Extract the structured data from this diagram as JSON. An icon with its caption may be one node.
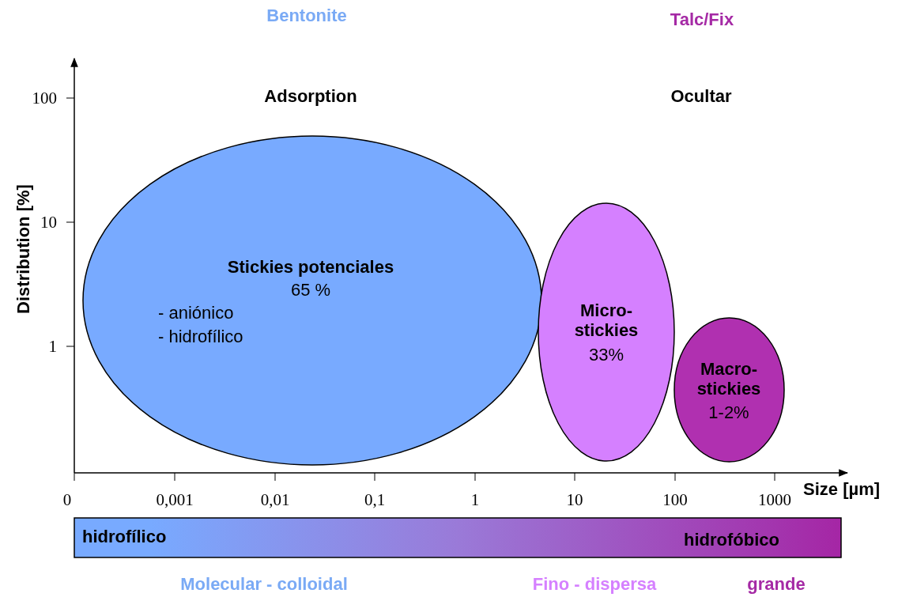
{
  "diagram": {
    "nodes": [
      {
        "text": [
          "Stickies potenciales",
          "65 %",
          "- aniónico",
          "- hidrofílico"
        ]
      },
      {
        "text": [
          "Micro- stickies",
          "33%"
        ]
      },
      {
        "text": [
          "Macro- stickies",
          "1-2%"
        ]
      },
      {
        "text": [
          "hidrofílico",
          "hidrofóbico"
        ]
      }
    ],
    "edges": [],
    "labels": [
      "Bentonite",
      "Talc/Fix",
      "100",
      "Adsorption",
      "Ocultar",
      "Distribution [%]",
      "10",
      "1",
      "0",
      "0,001",
      "0,01",
      "0,1",
      "1",
      "10",
      "100",
      "1000",
      "Size [µm]",
      "Molecular - colloidal",
      "Fino - dispersa",
      "grande"
    ]
  }
}
